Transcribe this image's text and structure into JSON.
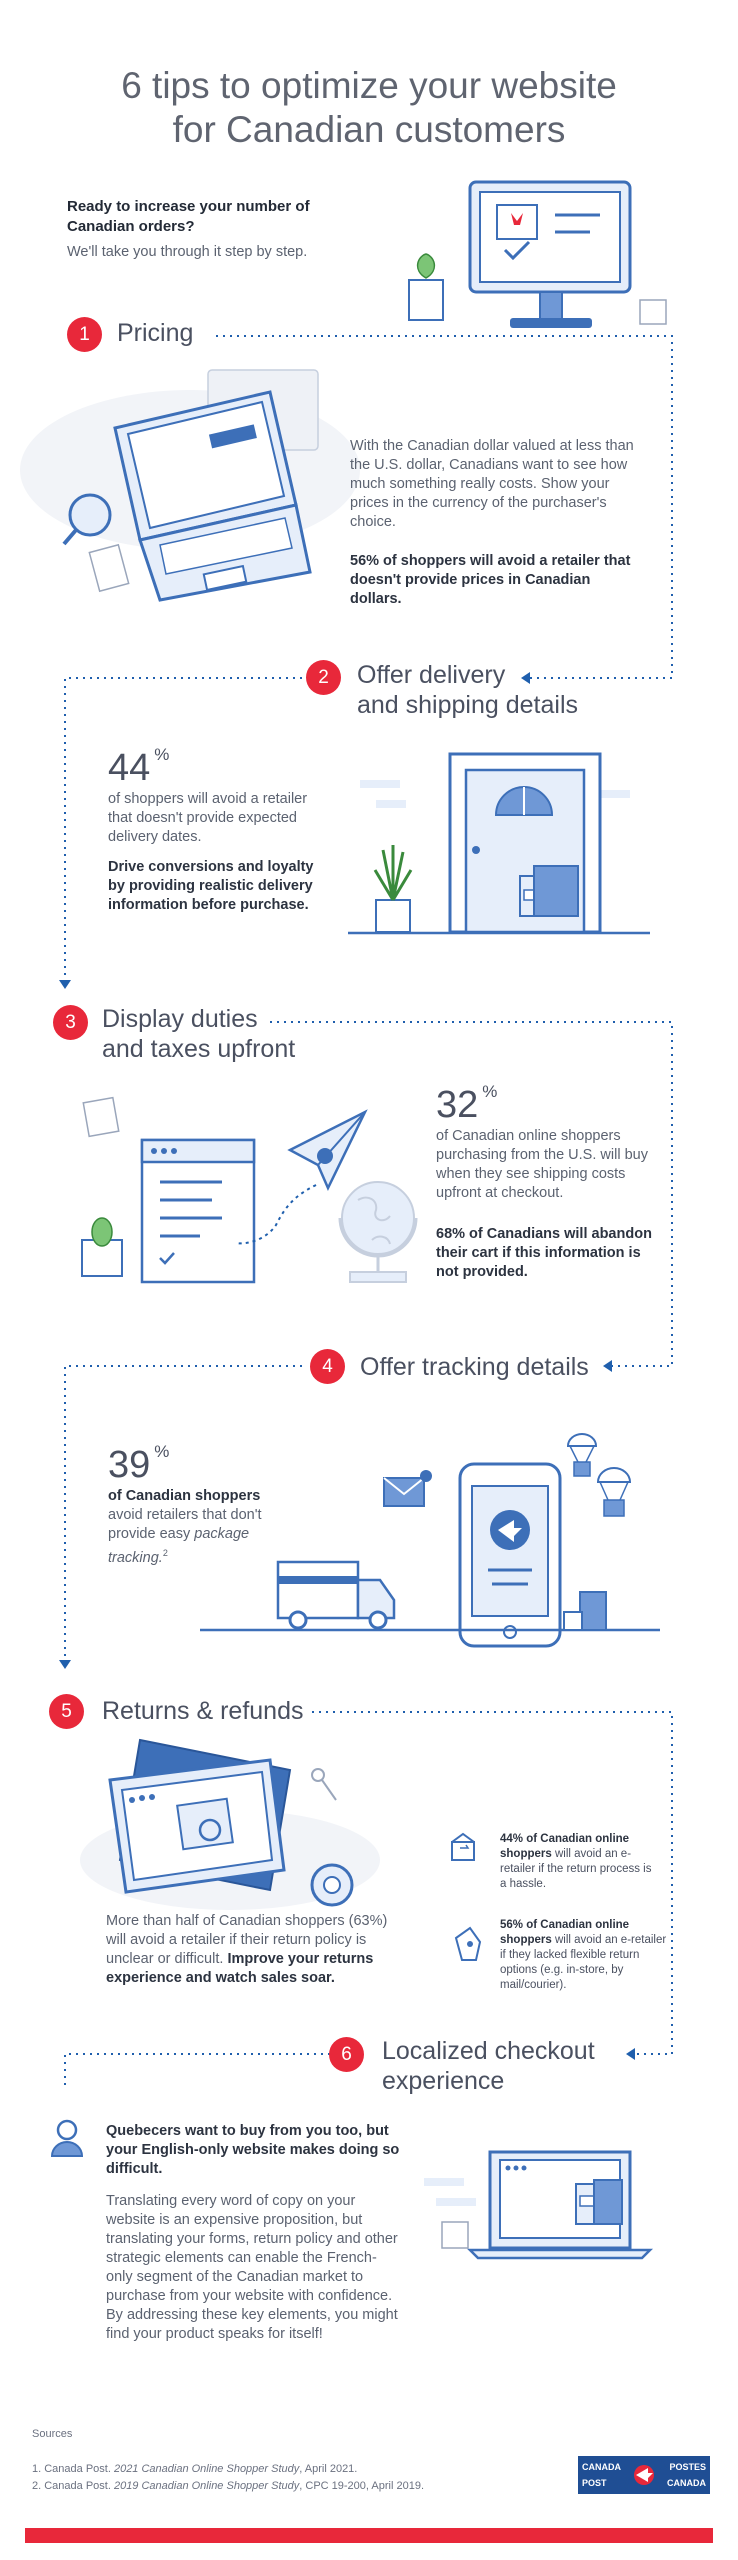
{
  "title": {
    "line1": "6 tips to optimize your website",
    "line2": "for Canadian customers"
  },
  "intro": {
    "heading": "Ready to increase your number of Canadian orders?",
    "subheading": "We'll take you through it step by step."
  },
  "sections": [
    {
      "number": "1",
      "title": "Pricing",
      "body": "With the Canadian dollar valued at less than the U.S. dollar, Canadians want to see how much something really costs. Show your prices in the currency of the purchaser's choice.",
      "highlight": "56% of shoppers will avoid a retailer that doesn't provide prices in Canadian dollars."
    },
    {
      "number": "2",
      "title_line1": "Offer delivery",
      "title_line2": "and shipping details",
      "stat": "44",
      "stat_unit": "%",
      "stat_text": "of shoppers will avoid a retailer that doesn't provide expected delivery dates.",
      "highlight": "Drive conversions and loyalty by providing realistic delivery information before purchase."
    },
    {
      "number": "3",
      "title_line1": "Display duties",
      "title_line2": "and taxes upfront",
      "stat": "32",
      "stat_unit": "%",
      "stat_text": "of Canadian online shoppers purchasing from the U.S. will buy when they see shipping costs upfront at checkout.",
      "highlight": "68% of Canadians will abandon their cart if this information is not provided."
    },
    {
      "number": "4",
      "title": "Offer tracking details",
      "stat": "39",
      "stat_unit": "%",
      "stat_bold": "of Canadian shoppers",
      "stat_text": "avoid retailers that don't provide easy",
      "stat_italic": "package tracking.",
      "footnote_mark": "2"
    },
    {
      "number": "5",
      "title": "Returns & refunds",
      "side1_bold": "44% of Canadian online shoppers",
      "side1_text": "will avoid an e-retailer if the return process is a hassle.",
      "side2_bold": "56% of Canadian online shoppers",
      "side2_text": "will avoid an e-retailer if they lacked flexible return options (e.g. in-store, by mail/courier).",
      "body": "More than half of Canadian shoppers (63%) will avoid a retailer if their return policy is unclear or difficult.",
      "highlight": "Improve your returns experience and watch sales soar."
    },
    {
      "number": "6",
      "title_line1": "Localized checkout",
      "title_line2": "experience",
      "highlight": "Quebecers want to buy from you too, but your English-only website makes doing so difficult.",
      "body": "Translating every word of copy on your website is an expensive proposition, but translating your forms, return policy and other strategic elements can enable the French-only segment of the Canadian market to purchase from your website with confidence. By addressing these key elements, you might find your product speaks for itself!"
    }
  ],
  "sources": {
    "label": "Sources",
    "s1_prefix": "1. Canada Post.",
    "s1_title": "2021 Canadian Online Shopper Study",
    "s1_suffix": ", April 2021.",
    "s2_prefix": "2. Canada Post.",
    "s2_title": "2019 Canadian Online Shopper Study",
    "s2_suffix": ", CPC 19-200, April 2019."
  },
  "logo": {
    "line1a": "CANADA",
    "line1b": "POSTES",
    "line2a": "POST",
    "line2b": "CANADA"
  },
  "colors": {
    "accent_red": "#e8283a",
    "brand_blue": "#1f5fad",
    "icon_blue": "#3d6fb8",
    "pale_blue": "#e6eefa",
    "text_dark": "#2c3340",
    "text_gray": "#5b6270"
  },
  "icons": [
    "computer-monitor-icon",
    "laptop-icon",
    "house-door-icon",
    "checkout-form-icon",
    "paper-plane-icon",
    "globe-icon",
    "smartphone-icon",
    "delivery-truck-icon",
    "parachute-package-icon",
    "tablet-icon",
    "package-icon",
    "tag-icon",
    "person-icon",
    "laptop-checkout-icon",
    "canada-post-logo-icon"
  ]
}
